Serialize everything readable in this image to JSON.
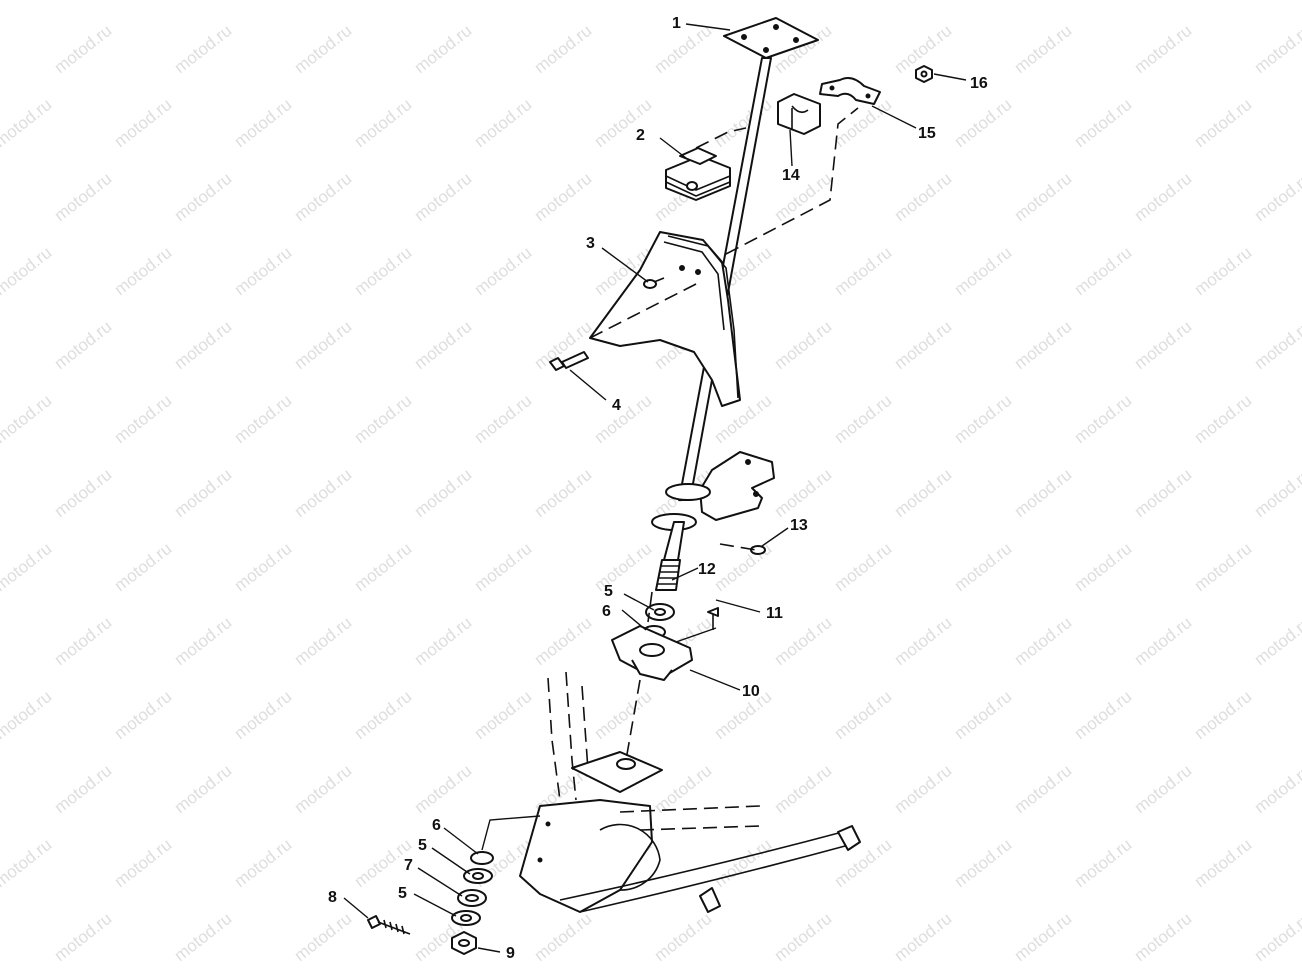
{
  "watermark": {
    "text": "motod.ru",
    "color": "#dedede"
  },
  "callouts": [
    {
      "id": "1",
      "text": "1"
    },
    {
      "id": "2",
      "text": "2"
    },
    {
      "id": "3",
      "text": "3"
    },
    {
      "id": "4",
      "text": "4"
    },
    {
      "id": "5a",
      "text": "5"
    },
    {
      "id": "6a",
      "text": "6"
    },
    {
      "id": "6b",
      "text": "6"
    },
    {
      "id": "5b",
      "text": "5"
    },
    {
      "id": "7",
      "text": "7"
    },
    {
      "id": "5c",
      "text": "5"
    },
    {
      "id": "8",
      "text": "8"
    },
    {
      "id": "9",
      "text": "9"
    },
    {
      "id": "10",
      "text": "10"
    },
    {
      "id": "11",
      "text": "11"
    },
    {
      "id": "12",
      "text": "12"
    },
    {
      "id": "13",
      "text": "13"
    },
    {
      "id": "14",
      "text": "14"
    },
    {
      "id": "15",
      "text": "15"
    },
    {
      "id": "16",
      "text": "16"
    }
  ]
}
